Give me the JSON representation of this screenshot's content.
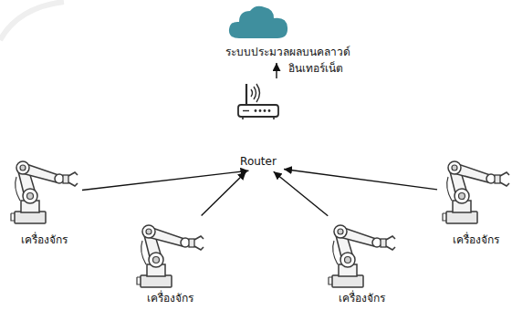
{
  "diagram": {
    "nodes": [
      {
        "text": [
          "ระบบประมวลผลบนคลาวด์"
        ]
      },
      {
        "text": [
          "Router"
        ]
      },
      {
        "text": [
          "เครื่องจักร"
        ]
      },
      {
        "text": [
          "เครื่องจักร"
        ]
      },
      {
        "text": [
          "เครื่องจักร"
        ]
      },
      {
        "text": [
          "เครื่องจักร"
        ]
      }
    ],
    "edges": [
      {
        "from": 1,
        "to": 0,
        "label": "อินเทอร์เน็ต",
        "arrow": "to"
      },
      {
        "from": 2,
        "to": 1,
        "arrow": "to"
      },
      {
        "from": 4,
        "to": 1,
        "arrow": "to"
      },
      {
        "from": 5,
        "to": 1,
        "arrow": "to"
      },
      {
        "from": 3,
        "to": 1,
        "arrow": "to"
      }
    ]
  }
}
